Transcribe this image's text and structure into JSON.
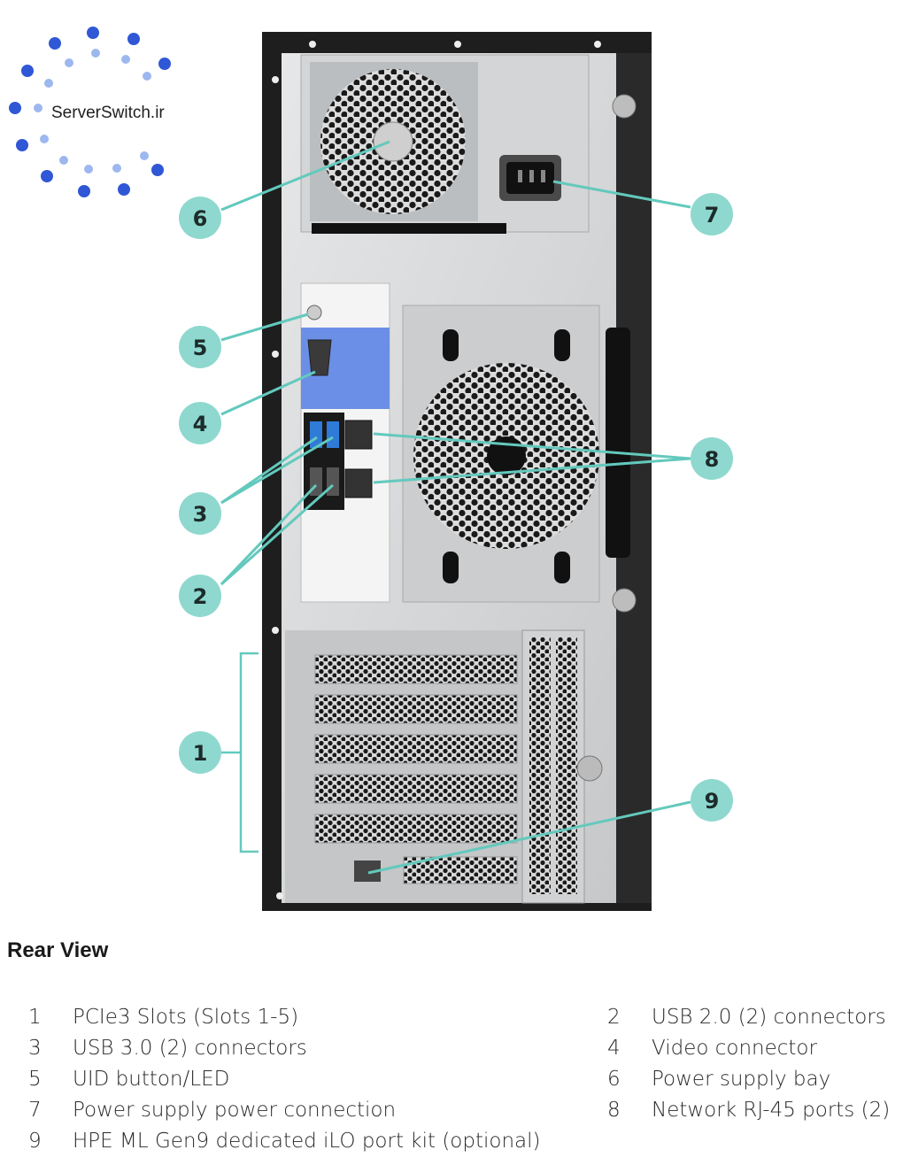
{
  "brand": {
    "name": "ServerSwitch.ir"
  },
  "colors": {
    "callout_fill": "#8ed8cf",
    "callout_line": "#63c9bd",
    "chassis_dark": "#1e1e1e",
    "panel_grey": "#cfd2d4",
    "port_panel_blue": "#6b8fe6",
    "brand_dot_dark": "#2f57d6",
    "brand_dot_light": "#9db7ef"
  },
  "figure": {
    "callouts": [
      {
        "num": "1"
      },
      {
        "num": "2"
      },
      {
        "num": "3"
      },
      {
        "num": "4"
      },
      {
        "num": "5"
      },
      {
        "num": "6"
      },
      {
        "num": "7"
      },
      {
        "num": "8"
      },
      {
        "num": "9"
      }
    ]
  },
  "caption": "Rear View",
  "legend": [
    {
      "num": "1",
      "label": "PCIe3 Slots (Slots 1-5)"
    },
    {
      "num": "2",
      "label": "USB 2.0 (2) connectors"
    },
    {
      "num": "3",
      "label": "USB 3.0 (2) connectors"
    },
    {
      "num": "4",
      "label": "Video connector"
    },
    {
      "num": "5",
      "label": "UID button/LED"
    },
    {
      "num": "6",
      "label": "Power supply bay"
    },
    {
      "num": "7",
      "label": "Power supply power connection"
    },
    {
      "num": "8",
      "label": "Network RJ-45 ports (2)"
    },
    {
      "num": "9",
      "label": "HPE ML Gen9 dedicated iLO port kit (optional)"
    }
  ]
}
